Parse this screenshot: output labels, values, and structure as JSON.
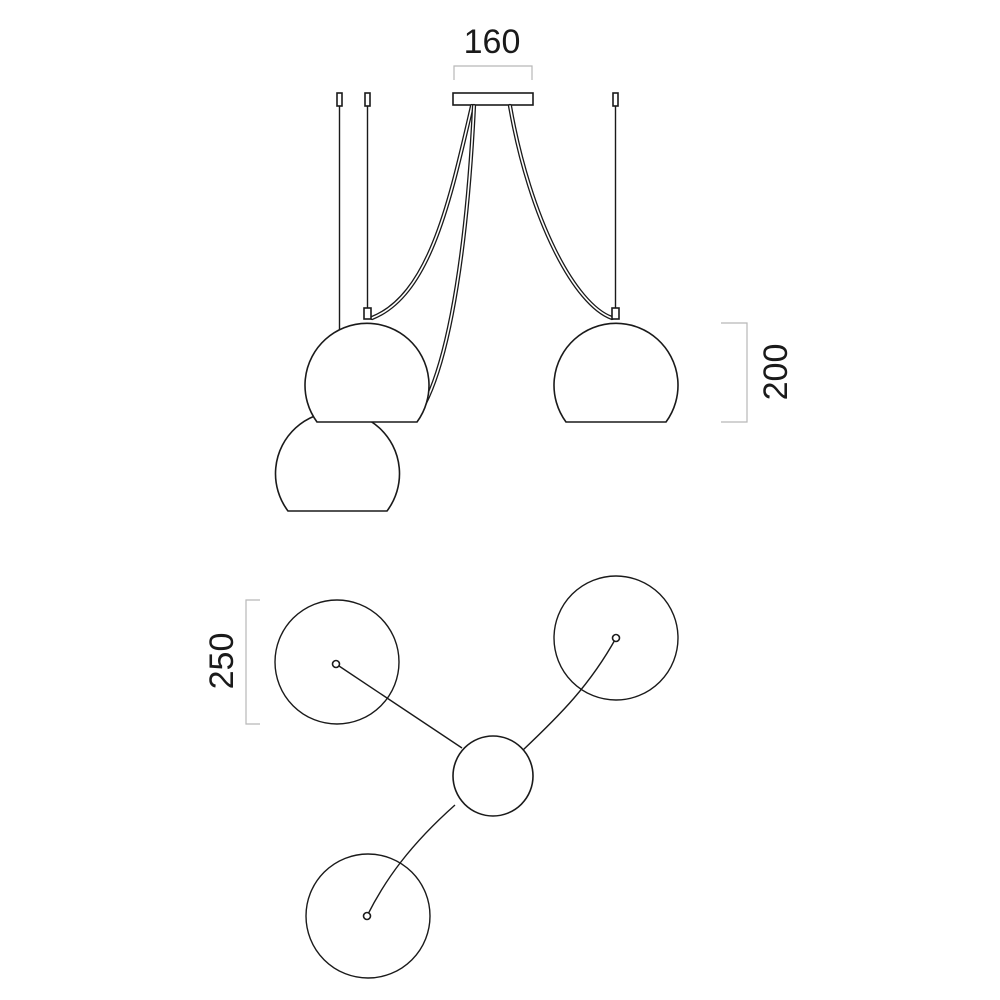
{
  "dimensions": {
    "canopy_width": "160",
    "shade_height": "200",
    "shade_diameter": "250"
  },
  "colors": {
    "line": "#1a1a1a",
    "dimension_line": "#b8b8b8",
    "background": "#ffffff"
  }
}
